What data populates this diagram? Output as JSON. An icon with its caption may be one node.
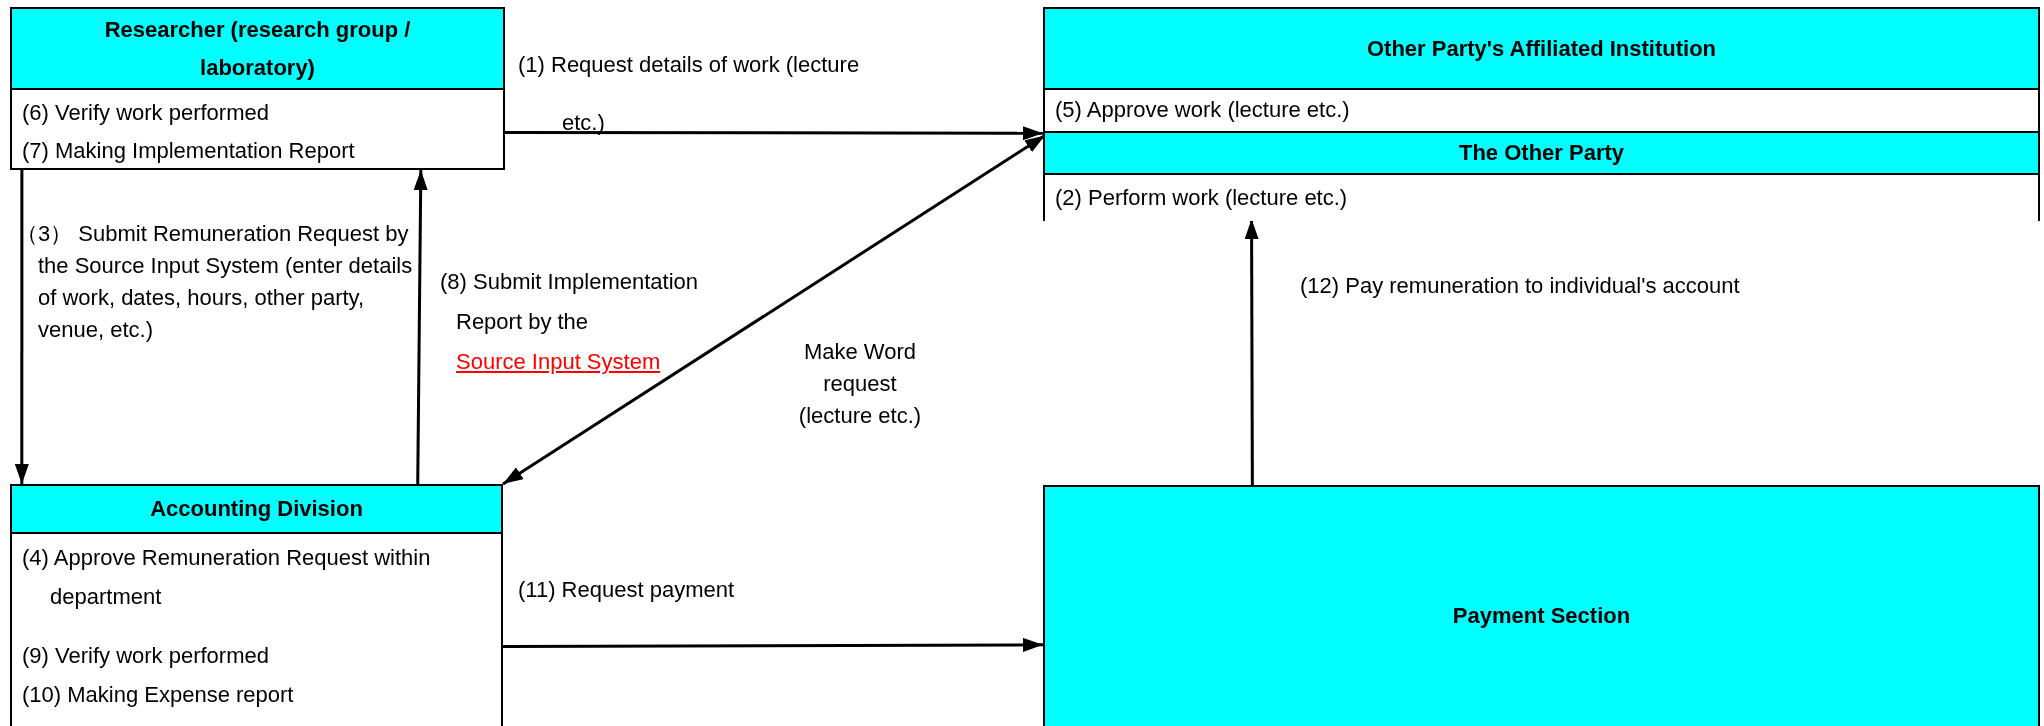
{
  "diagram": {
    "nodes": [
      {
        "text": [
          "Researcher (research group / laboratory)",
          "(6) Verify work performed",
          "(7) Making Implementation Report"
        ]
      },
      {
        "text": [
          "Other Party's Affiliated Institution",
          "(5) Approve work (lecture etc.)"
        ]
      },
      {
        "text": [
          "The Other Party",
          "(2) Perform work (lecture etc.)"
        ],
        "in": 1
      },
      {
        "text": [
          "Accounting Division",
          "(4) Approve Remuneration Request within department",
          "(9) Verify work performed",
          "(10) Making Expense report"
        ]
      },
      {
        "text": [
          "Payment Section"
        ]
      }
    ],
    "edges": [
      {
        "from": 0,
        "to": 1,
        "arrow": "to",
        "label": "(1) Request details of work (lecture etc.)"
      },
      {
        "from": 0,
        "to": 3,
        "arrow": "to",
        "label": "（3） Submit Remuneration Request by the Source Input System (enter details of work, dates, hours, other party, venue, etc.)"
      },
      {
        "from": 3,
        "to": 0,
        "arrow": "to",
        "label": "(8) Submit Implementation Report by the *Source Input System*"
      },
      {
        "from": 2,
        "to": 3,
        "arrow": "both",
        "label": "Make Word request (lecture etc.)"
      },
      {
        "from": 3,
        "to": 4,
        "arrow": "to",
        "label": "(11) Request payment"
      },
      {
        "from": 4,
        "to": 2,
        "arrow": "to",
        "label": "(12) Pay remuneration to individual's account"
      }
    ]
  }
}
